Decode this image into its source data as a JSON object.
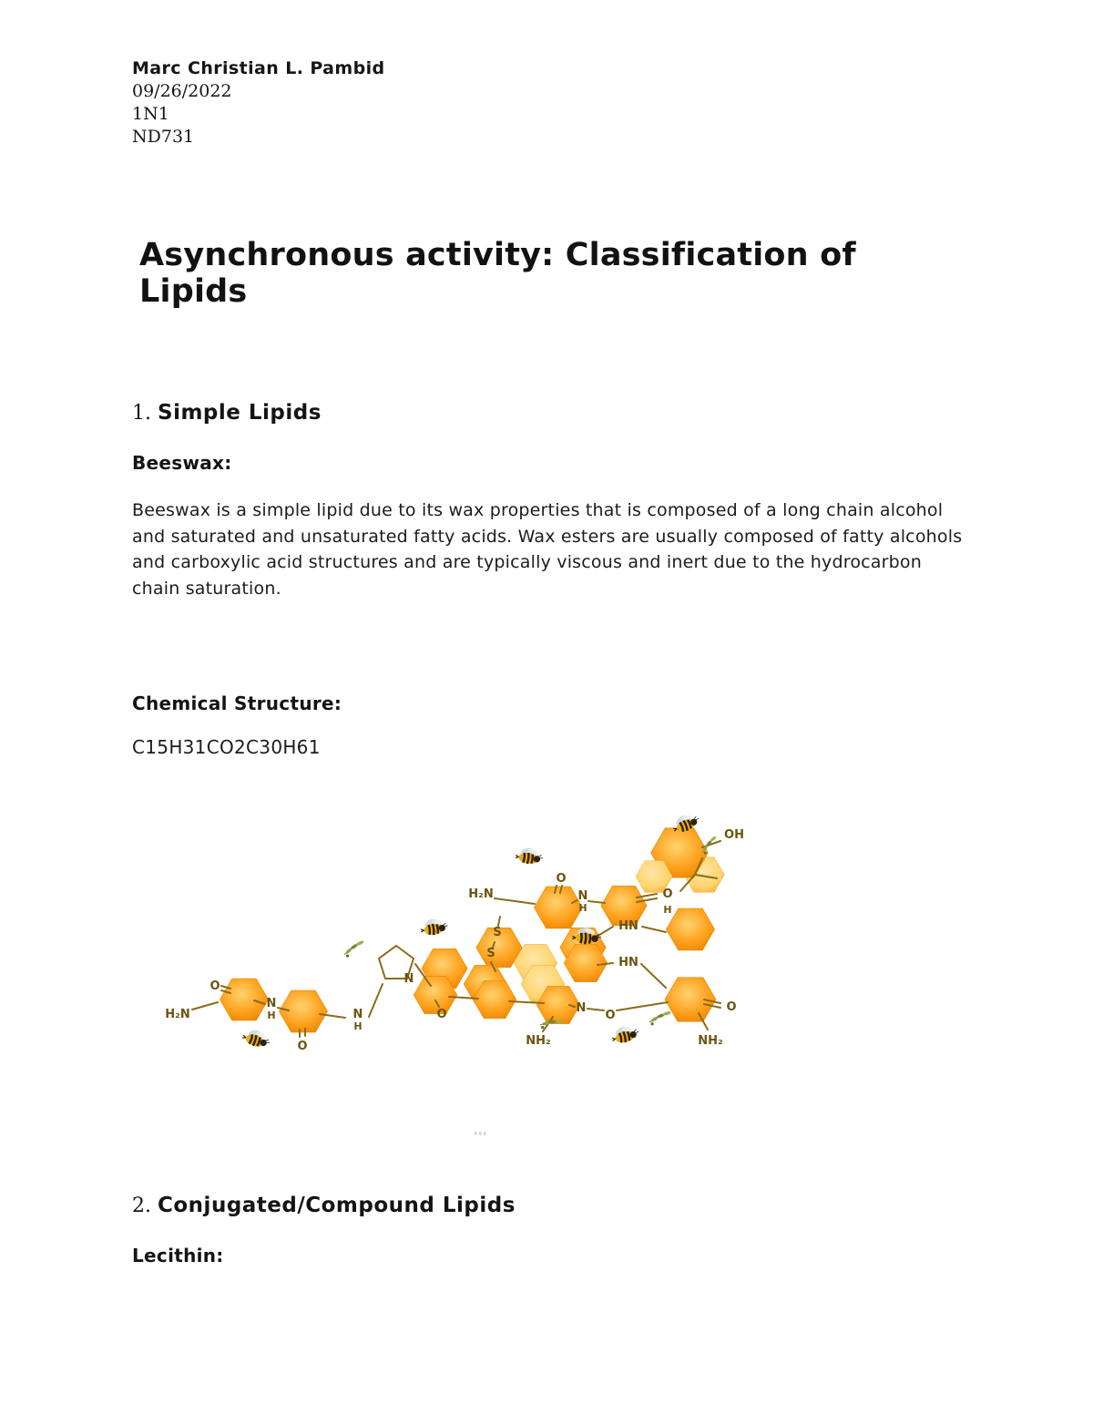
{
  "document": {
    "header": {
      "author": "Marc Christian L. Pambid",
      "date": "09/26/2022",
      "section": "1N1",
      "course": "ND731"
    },
    "title": "Asynchronous activity: Classification of Lipids",
    "section1": {
      "number": "1.",
      "heading": "Simple Lipids",
      "term": "Beeswax:",
      "body": "Beeswax is a simple lipid due to its wax properties that is composed of a long chain alcohol and saturated and unsaturated fatty acids. Wax esters are usually composed of fatty alcohols and carboxylic acid structures and are typically viscous and inert due to the hydrocarbon chain saturation.",
      "structure_label": "Chemical Structure:",
      "formula": "C15H31CO2C30H61"
    },
    "section2": {
      "number": "2.",
      "heading": "Conjugated/Compound Lipids",
      "term": "Lecithin:"
    }
  },
  "illustration": {
    "labels": {
      "h2n_top": "H₂N",
      "h2n_left": "H₂N",
      "oh": "OH",
      "hn_upper": "HN",
      "hn_lower": "HN",
      "nh2_center": "NH₂",
      "nh2_right": "NH₂",
      "n1": "N",
      "n2": "N",
      "n3": "N",
      "n4": "N",
      "n5": "N",
      "h1": "H",
      "h2": "H",
      "h3": "H",
      "h4": "H",
      "o1": "O",
      "o2": "O",
      "o3": "O",
      "o4": "O",
      "o5": "O",
      "o6": "O",
      "o7": "O",
      "s1": "S",
      "s2": "S"
    },
    "colors": {
      "honey_pale": "#ffe7a8",
      "honey_light": "#ffd36e",
      "honey": "#ff9f1a",
      "honey_dark": "#e07b00",
      "bond": "#8a6d1a",
      "label": "#6b5410"
    }
  }
}
